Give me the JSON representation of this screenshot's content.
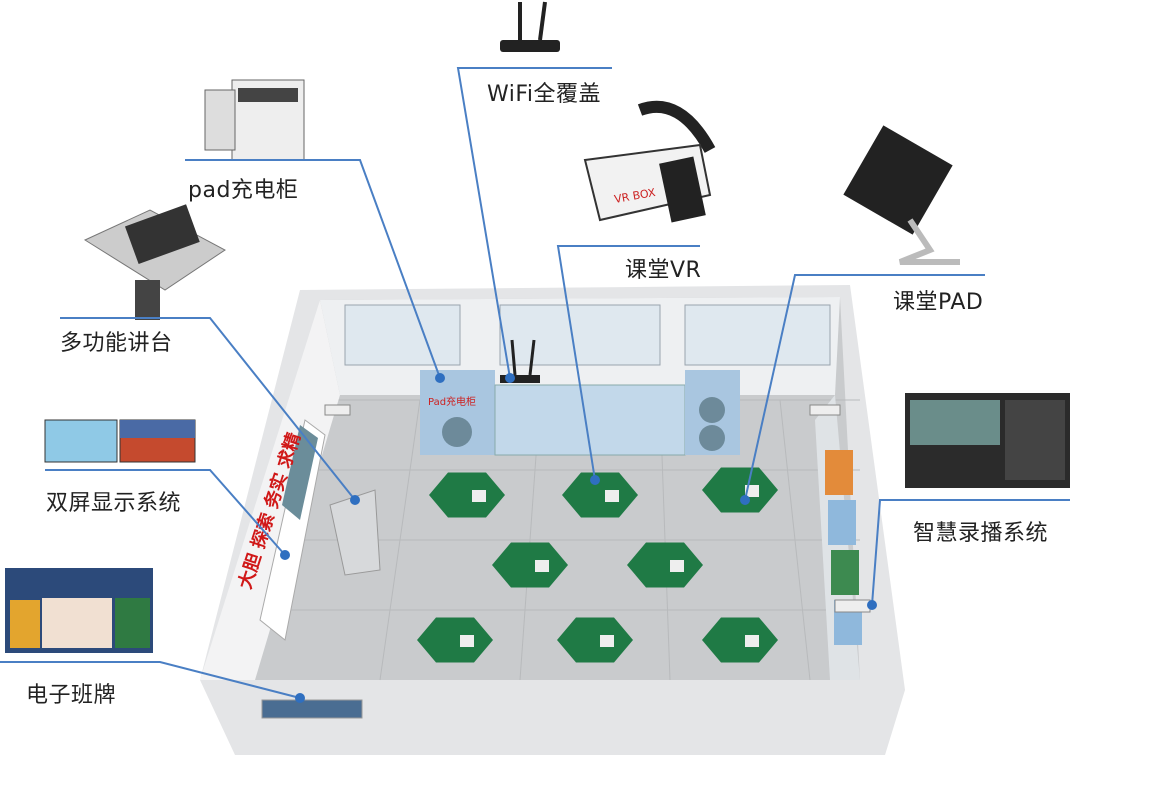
{
  "labels": {
    "wifi": "WiFi全覆盖",
    "pad_cabinet": "pad充电柜",
    "vr": "课堂VR",
    "pad": "课堂PAD",
    "podium": "多功能讲台",
    "dual_screen": "双屏显示系统",
    "recording": "智慧录播系统",
    "class_sign": "电子班牌"
  },
  "colors": {
    "line": "#4a7fc4",
    "table": "#1f7a45",
    "cabinet": "#a9c6e0",
    "wall": "#e9eaec",
    "floor": "#cfd1d3"
  }
}
